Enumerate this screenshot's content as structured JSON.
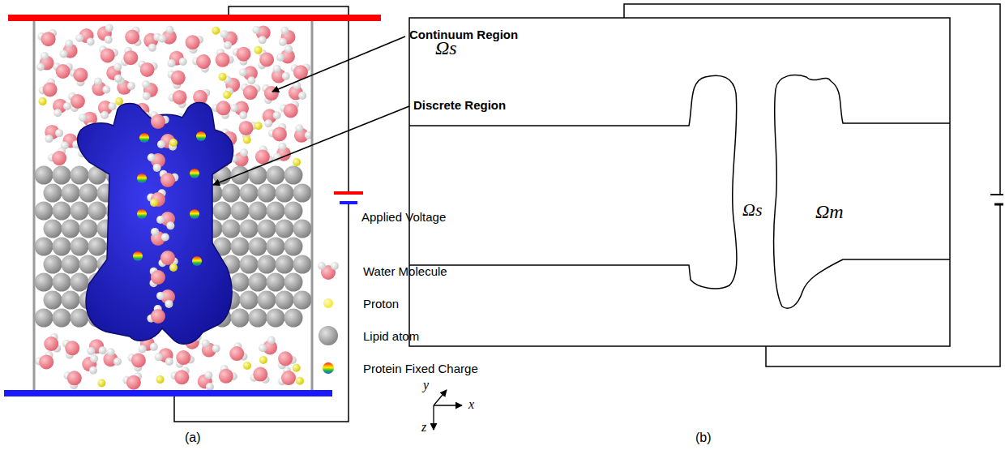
{
  "diagram": {
    "labels": [
      "Continuum Region",
      "Discrete Region",
      "Applied Voltage",
      "(a)",
      "Ωs",
      "Ωs",
      "Ωm",
      "y",
      "x",
      "z",
      "(b)"
    ],
    "legend": [
      {
        "text": "Water Molecule"
      },
      {
        "text": "Proton",
        "color": "#f2e830"
      },
      {
        "text": "Lipid atom",
        "color": "#8a8a8a"
      },
      {
        "text": "Protein Fixed Charge"
      }
    ]
  }
}
